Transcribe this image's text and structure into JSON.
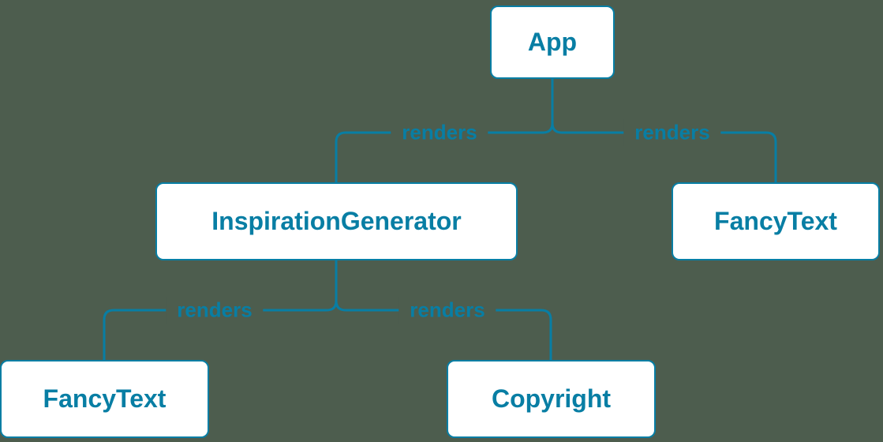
{
  "diagram": {
    "colors": {
      "background": "#4d5d4e",
      "accent": "#087ea4",
      "node_fill": "#ffffff"
    },
    "nodes": [
      {
        "id": "app",
        "label": "App"
      },
      {
        "id": "inspiration-generator",
        "label": "InspirationGenerator"
      },
      {
        "id": "fancy-text-top",
        "label": "FancyText"
      },
      {
        "id": "fancy-text-bottom",
        "label": "FancyText"
      },
      {
        "id": "copyright",
        "label": "Copyright"
      }
    ],
    "edges": [
      {
        "from": "App",
        "to": "InspirationGenerator",
        "label": "renders"
      },
      {
        "from": "App",
        "to": "FancyText",
        "label": "renders"
      },
      {
        "from": "InspirationGenerator",
        "to": "FancyText",
        "label": "renders"
      },
      {
        "from": "InspirationGenerator",
        "to": "Copyright",
        "label": "renders"
      }
    ]
  }
}
